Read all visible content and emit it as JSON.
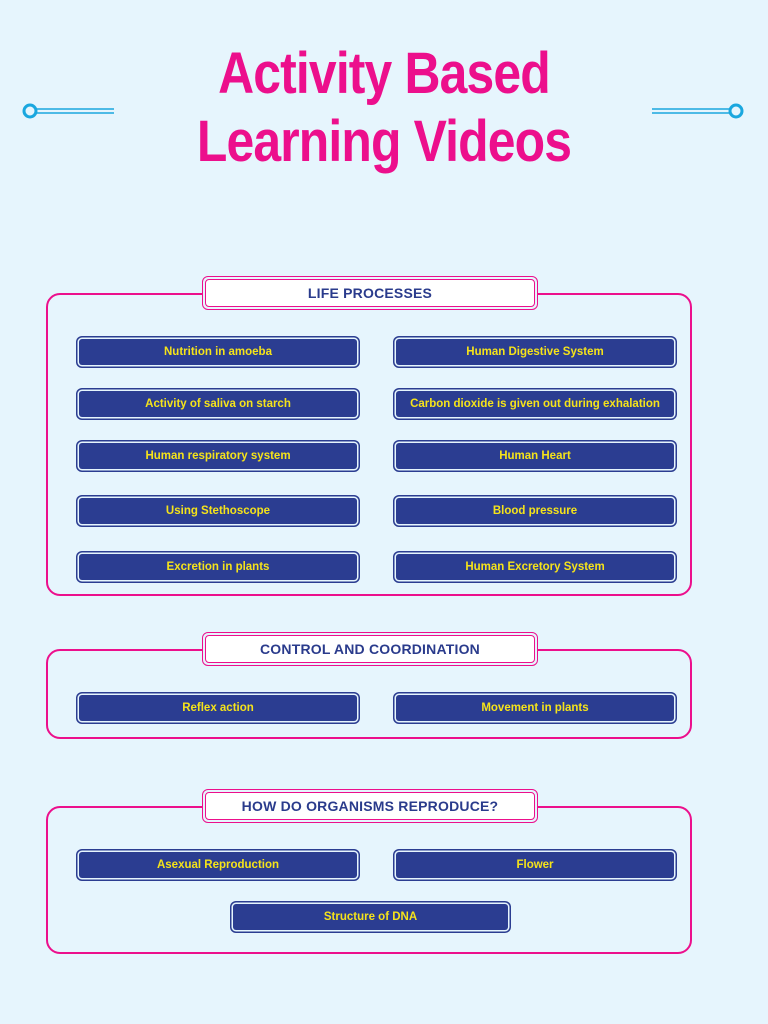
{
  "title": {
    "line1": "Activity Based",
    "line2": "Learning Videos"
  },
  "colors": {
    "title": "#ec0f8c",
    "background": "#e6f5fd",
    "button": "#2b3d91",
    "button_text": "#f5e31a",
    "label_text": "#2a3b8c"
  },
  "sections": [
    {
      "heading": "LIFE PROCESSES",
      "items": [
        "Nutrition in amoeba",
        "Human Digestive System",
        "Activity of saliva on starch",
        "Carbon dioxide is given out during exhalation",
        "Human respiratory system",
        "Human Heart",
        "Using Stethoscope",
        "Blood pressure",
        "Excretion in plants",
        "Human Excretory System"
      ]
    },
    {
      "heading": "CONTROL AND COORDINATION",
      "items": [
        "Reflex action",
        "Movement in plants"
      ]
    },
    {
      "heading": "HOW DO ORGANISMS REPRODUCE?",
      "items": [
        "Asexual Reproduction",
        "Flower",
        "Structure of DNA"
      ]
    }
  ]
}
